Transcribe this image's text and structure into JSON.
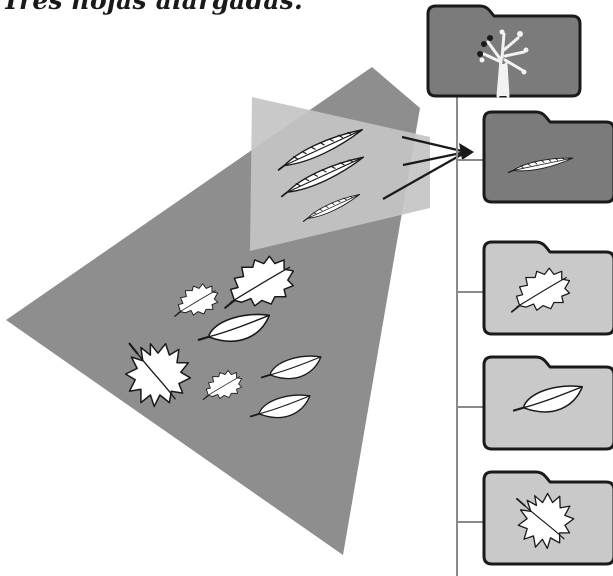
{
  "caption": "Tres hojas alargadas.",
  "colors": {
    "beam": "#8e8e8e",
    "selection": "#c4c4c4",
    "folder_dark": "#7b7b7b",
    "folder_light": "#c9c9c9",
    "line": "#1a1a1a"
  },
  "folders": [
    {
      "name": "folder-root-tree",
      "icon": "tree-icon",
      "shade": "dark"
    },
    {
      "name": "folder-elongated-leaf",
      "icon": "elongated-leaf-icon",
      "shade": "dark"
    },
    {
      "name": "folder-serrated-leaf",
      "icon": "serrated-leaf-icon",
      "shade": "light"
    },
    {
      "name": "folder-oval-leaf",
      "icon": "oval-leaf-icon",
      "shade": "light"
    },
    {
      "name": "folder-lobed-leaf",
      "icon": "lobed-leaf-icon",
      "shade": "light"
    }
  ]
}
